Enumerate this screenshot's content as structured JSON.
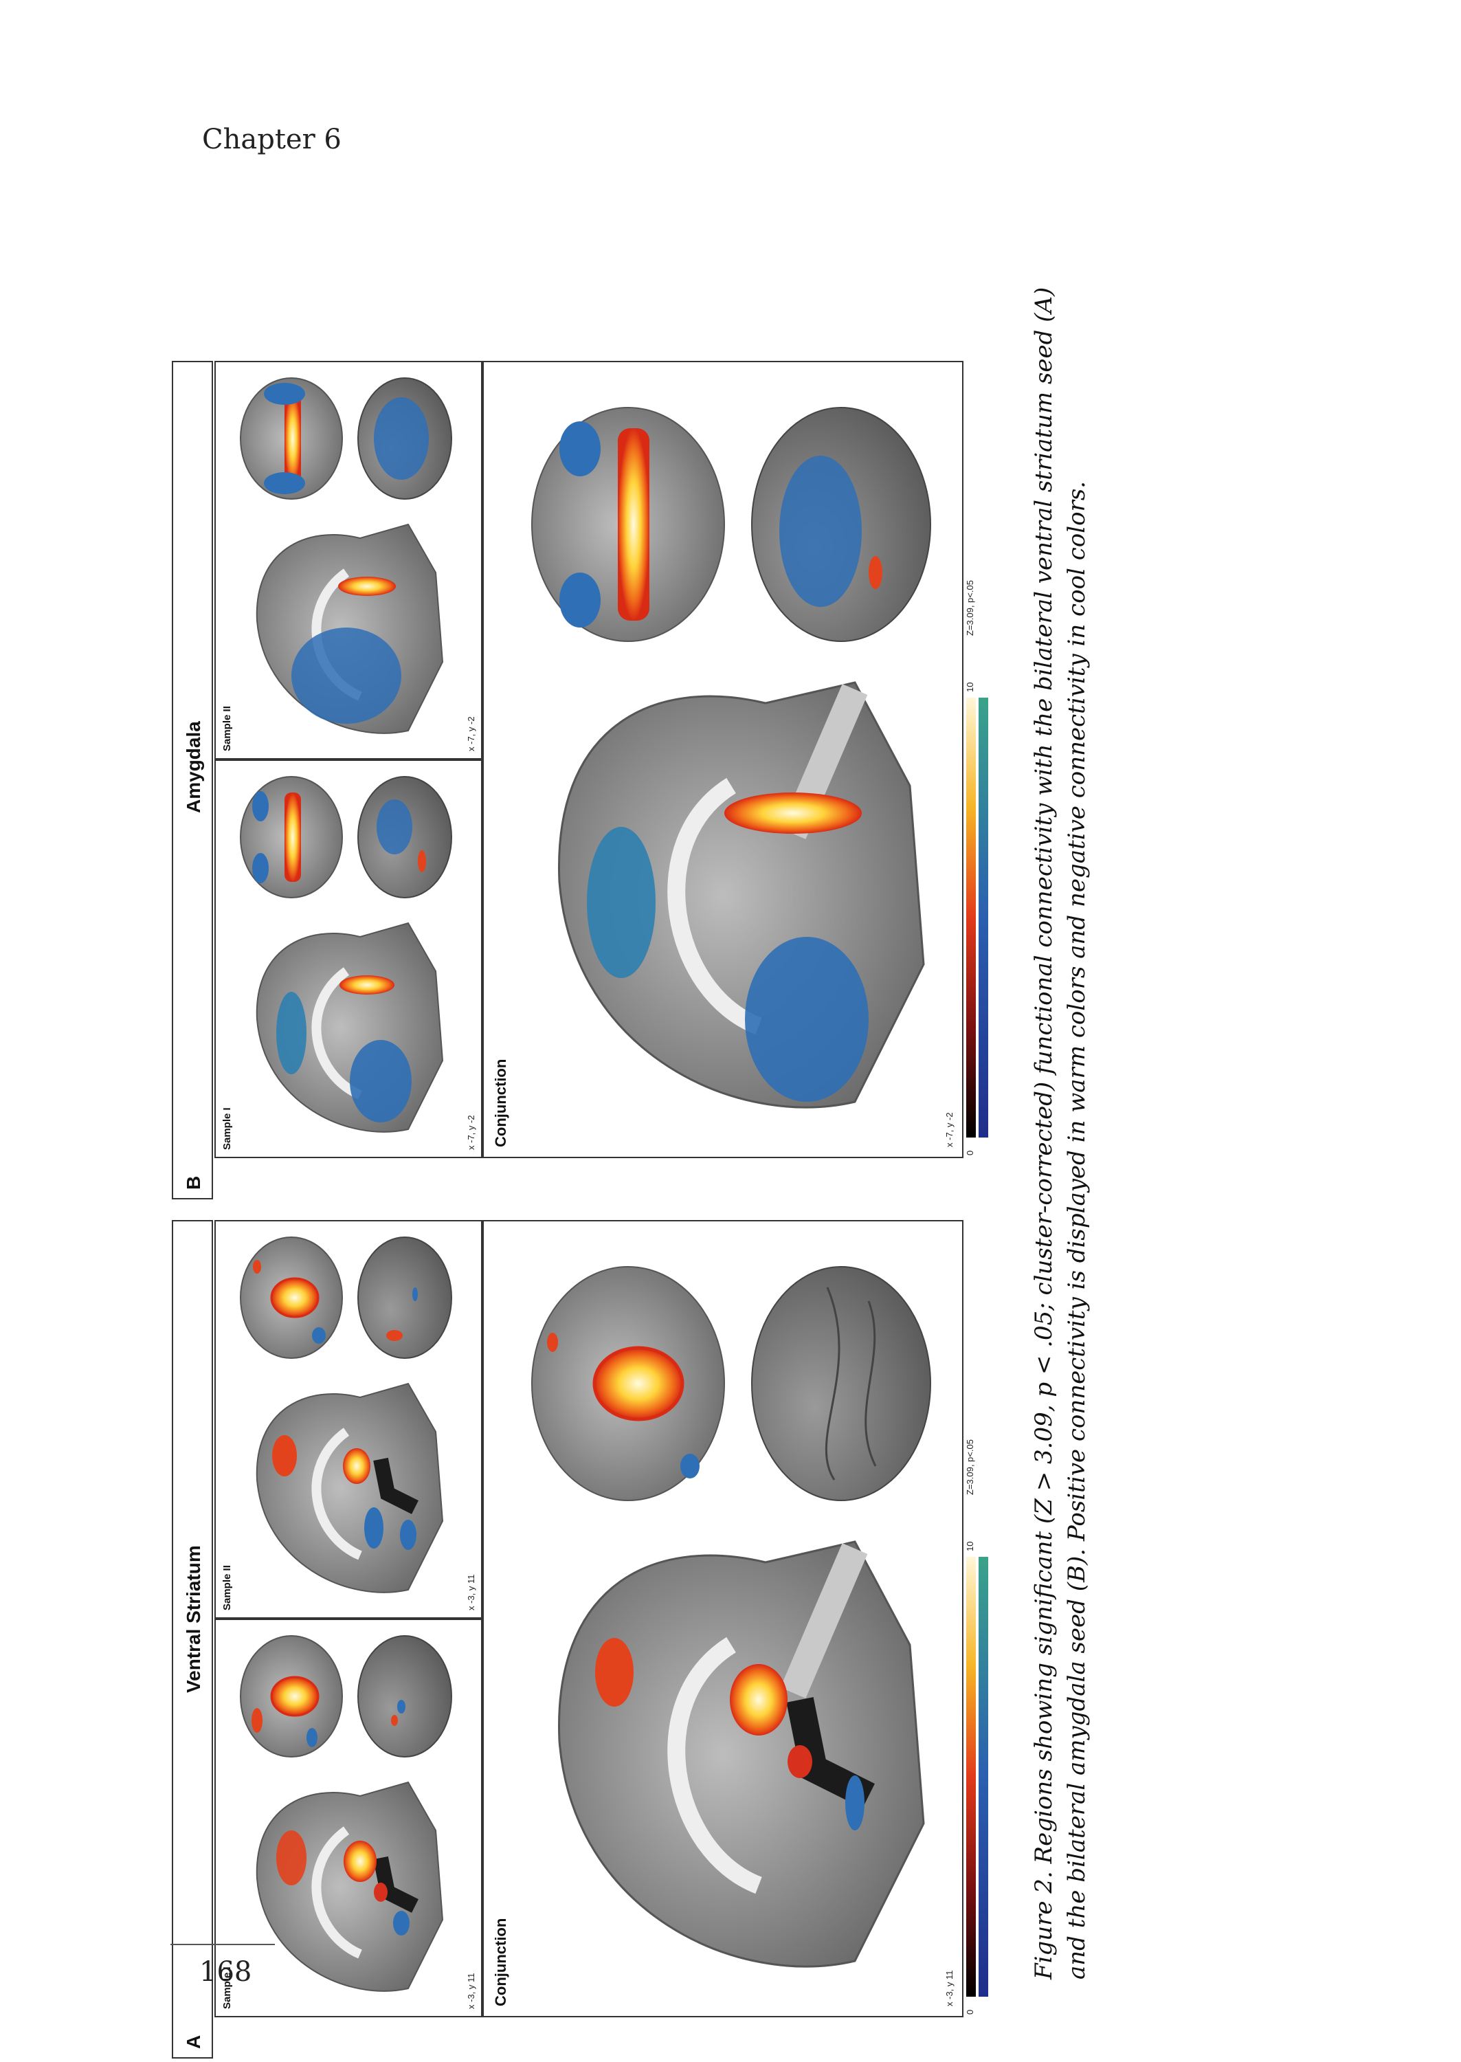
{
  "header": {
    "chapter": "Chapter 6"
  },
  "footer": {
    "page_number": "168"
  },
  "figure": {
    "panel_a": {
      "letter": "A",
      "title": "Ventral Striatum",
      "sample1": {
        "label": "Sample I",
        "coords": "x -3, y 11"
      },
      "sample2": {
        "label": "Sample II",
        "coords": "x -3, y 11"
      },
      "conjunction": {
        "label": "Conjunction",
        "coords": "x -3, y 11"
      },
      "scale": {
        "min": "0",
        "max": "10",
        "threshold": "Z=3.09, p<.05"
      }
    },
    "panel_b": {
      "letter": "B",
      "title": "Amygdala",
      "sample1": {
        "label": "Sample I",
        "coords": "x -7, y -2"
      },
      "sample2": {
        "label": "Sample II",
        "coords": "x -7, y -2"
      },
      "conjunction": {
        "label": "Conjunction",
        "coords": "x -7, y -2"
      },
      "scale": {
        "min": "0",
        "max": "10",
        "threshold": "Z=3.09, p<.05"
      }
    },
    "colors": {
      "positive": "#e8411c",
      "negative": "#2f6fb5",
      "brain": "#8a8a8a"
    }
  },
  "caption": {
    "text": "Figure 2. Regions showing significant (Z > 3.09, p < .05; cluster-corrected) functional connectivity with the bilateral ventral striatum seed (A) and the bilateral amygdala seed (B). Positive connectivity is displayed in warm colors and negative connectivity in cool colors."
  }
}
